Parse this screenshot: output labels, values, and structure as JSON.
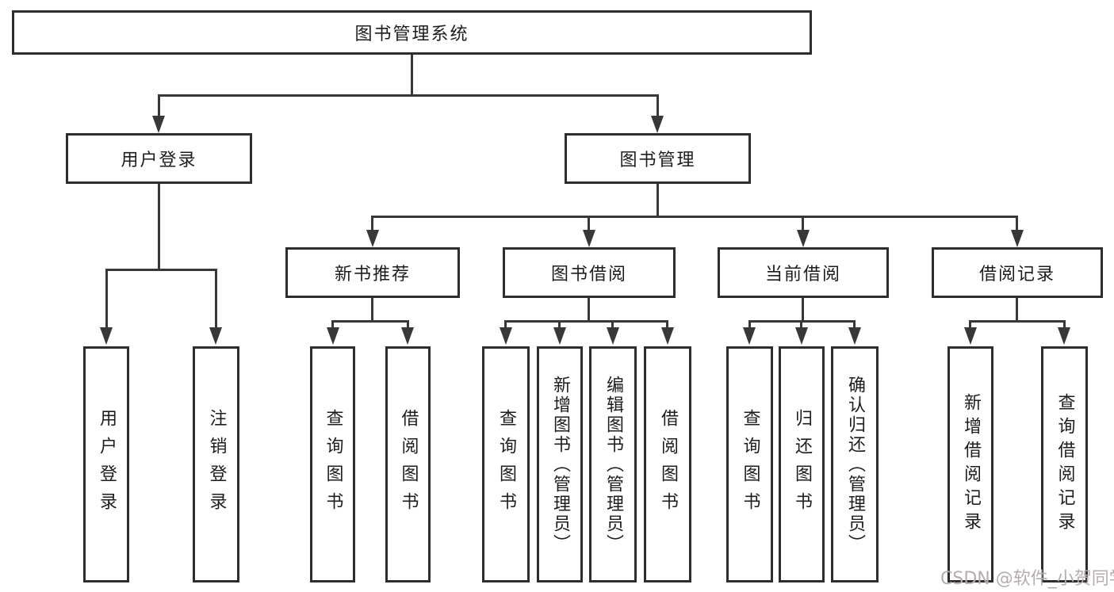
{
  "diagram": {
    "nodes": {
      "root": "图书管理系统",
      "user_login": "用户登录",
      "book_mgmt": "图书管理",
      "new_books": "新书推荐",
      "book_borrow": "图书借阅",
      "current_borrow": "当前借阅",
      "borrow_records": "借阅记录"
    },
    "leaves": {
      "user_login": [
        "用户登录",
        "注销登录"
      ],
      "new_books": [
        "查询图书",
        "借阅图书"
      ],
      "book_borrow": [
        "查询图书",
        "新增图书（管理员）",
        "编辑图书（管理员）",
        "借阅图书"
      ],
      "current_borrow": [
        "查询图书",
        "归还图书",
        "确认归还（管理员）"
      ],
      "borrow_records": [
        "新增借阅记录",
        "查询借阅记录"
      ]
    },
    "colors": {
      "line": "#383838",
      "box_border": "#2d2d2d",
      "text": "#1d1d1d",
      "background": "#ffffff",
      "watermark": "#b5adad"
    },
    "watermark": "CSDN @软件_小贺同学"
  }
}
